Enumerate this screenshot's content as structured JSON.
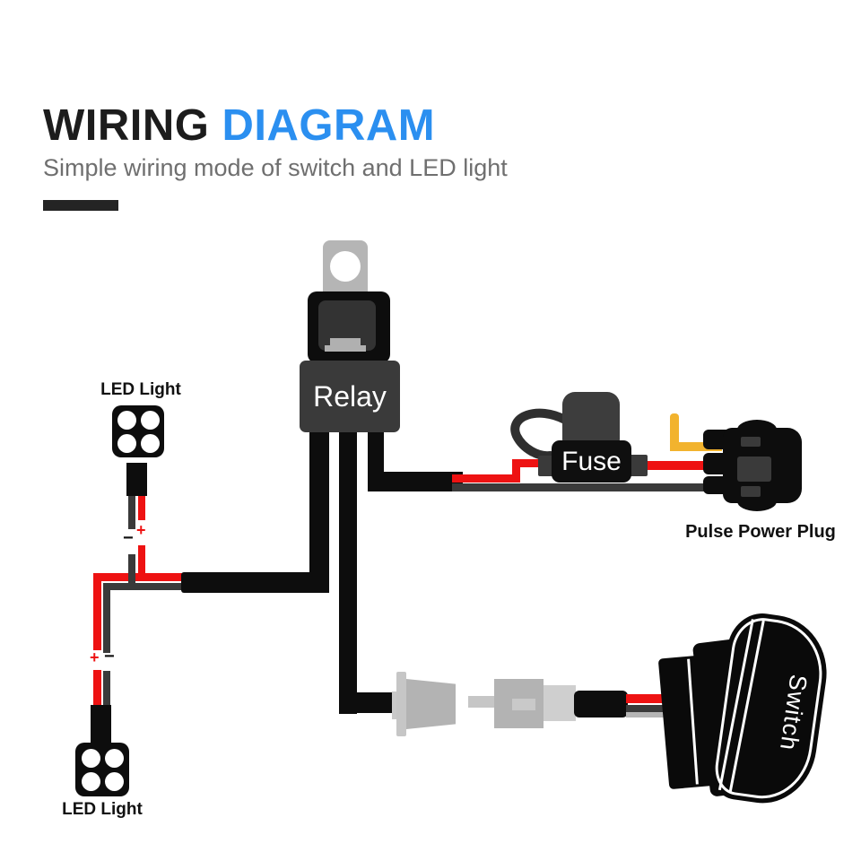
{
  "header": {
    "title_part1": "WIRING",
    "title_part2": "DIAGRAM",
    "subtitle": "Simple wiring mode of switch and LED light"
  },
  "components": {
    "relay": {
      "label": "Relay"
    },
    "fuse": {
      "label": "Fuse"
    },
    "plug": {
      "label": "Pulse Power Plug"
    },
    "switch": {
      "label": "Switch"
    },
    "led_top": {
      "label": "LED Light",
      "plus": "+",
      "minus": "−"
    },
    "led_bottom": {
      "label": "LED Light",
      "plus": "+",
      "minus": "−"
    }
  },
  "colors": {
    "title_dark": "#1c1c1c",
    "title_accent": "#2b8ff0",
    "subtitle_gray": "#6f6f6f",
    "wire_black": "#0d0d0d",
    "wire_dark_gray": "#3a3a3a",
    "wire_red": "#ee1212",
    "wire_yellow": "#f2b32e",
    "connector_gray": "#b5b5b5",
    "connector_light_gray": "#c9c9c9",
    "label_text_white": "#ffffff"
  }
}
